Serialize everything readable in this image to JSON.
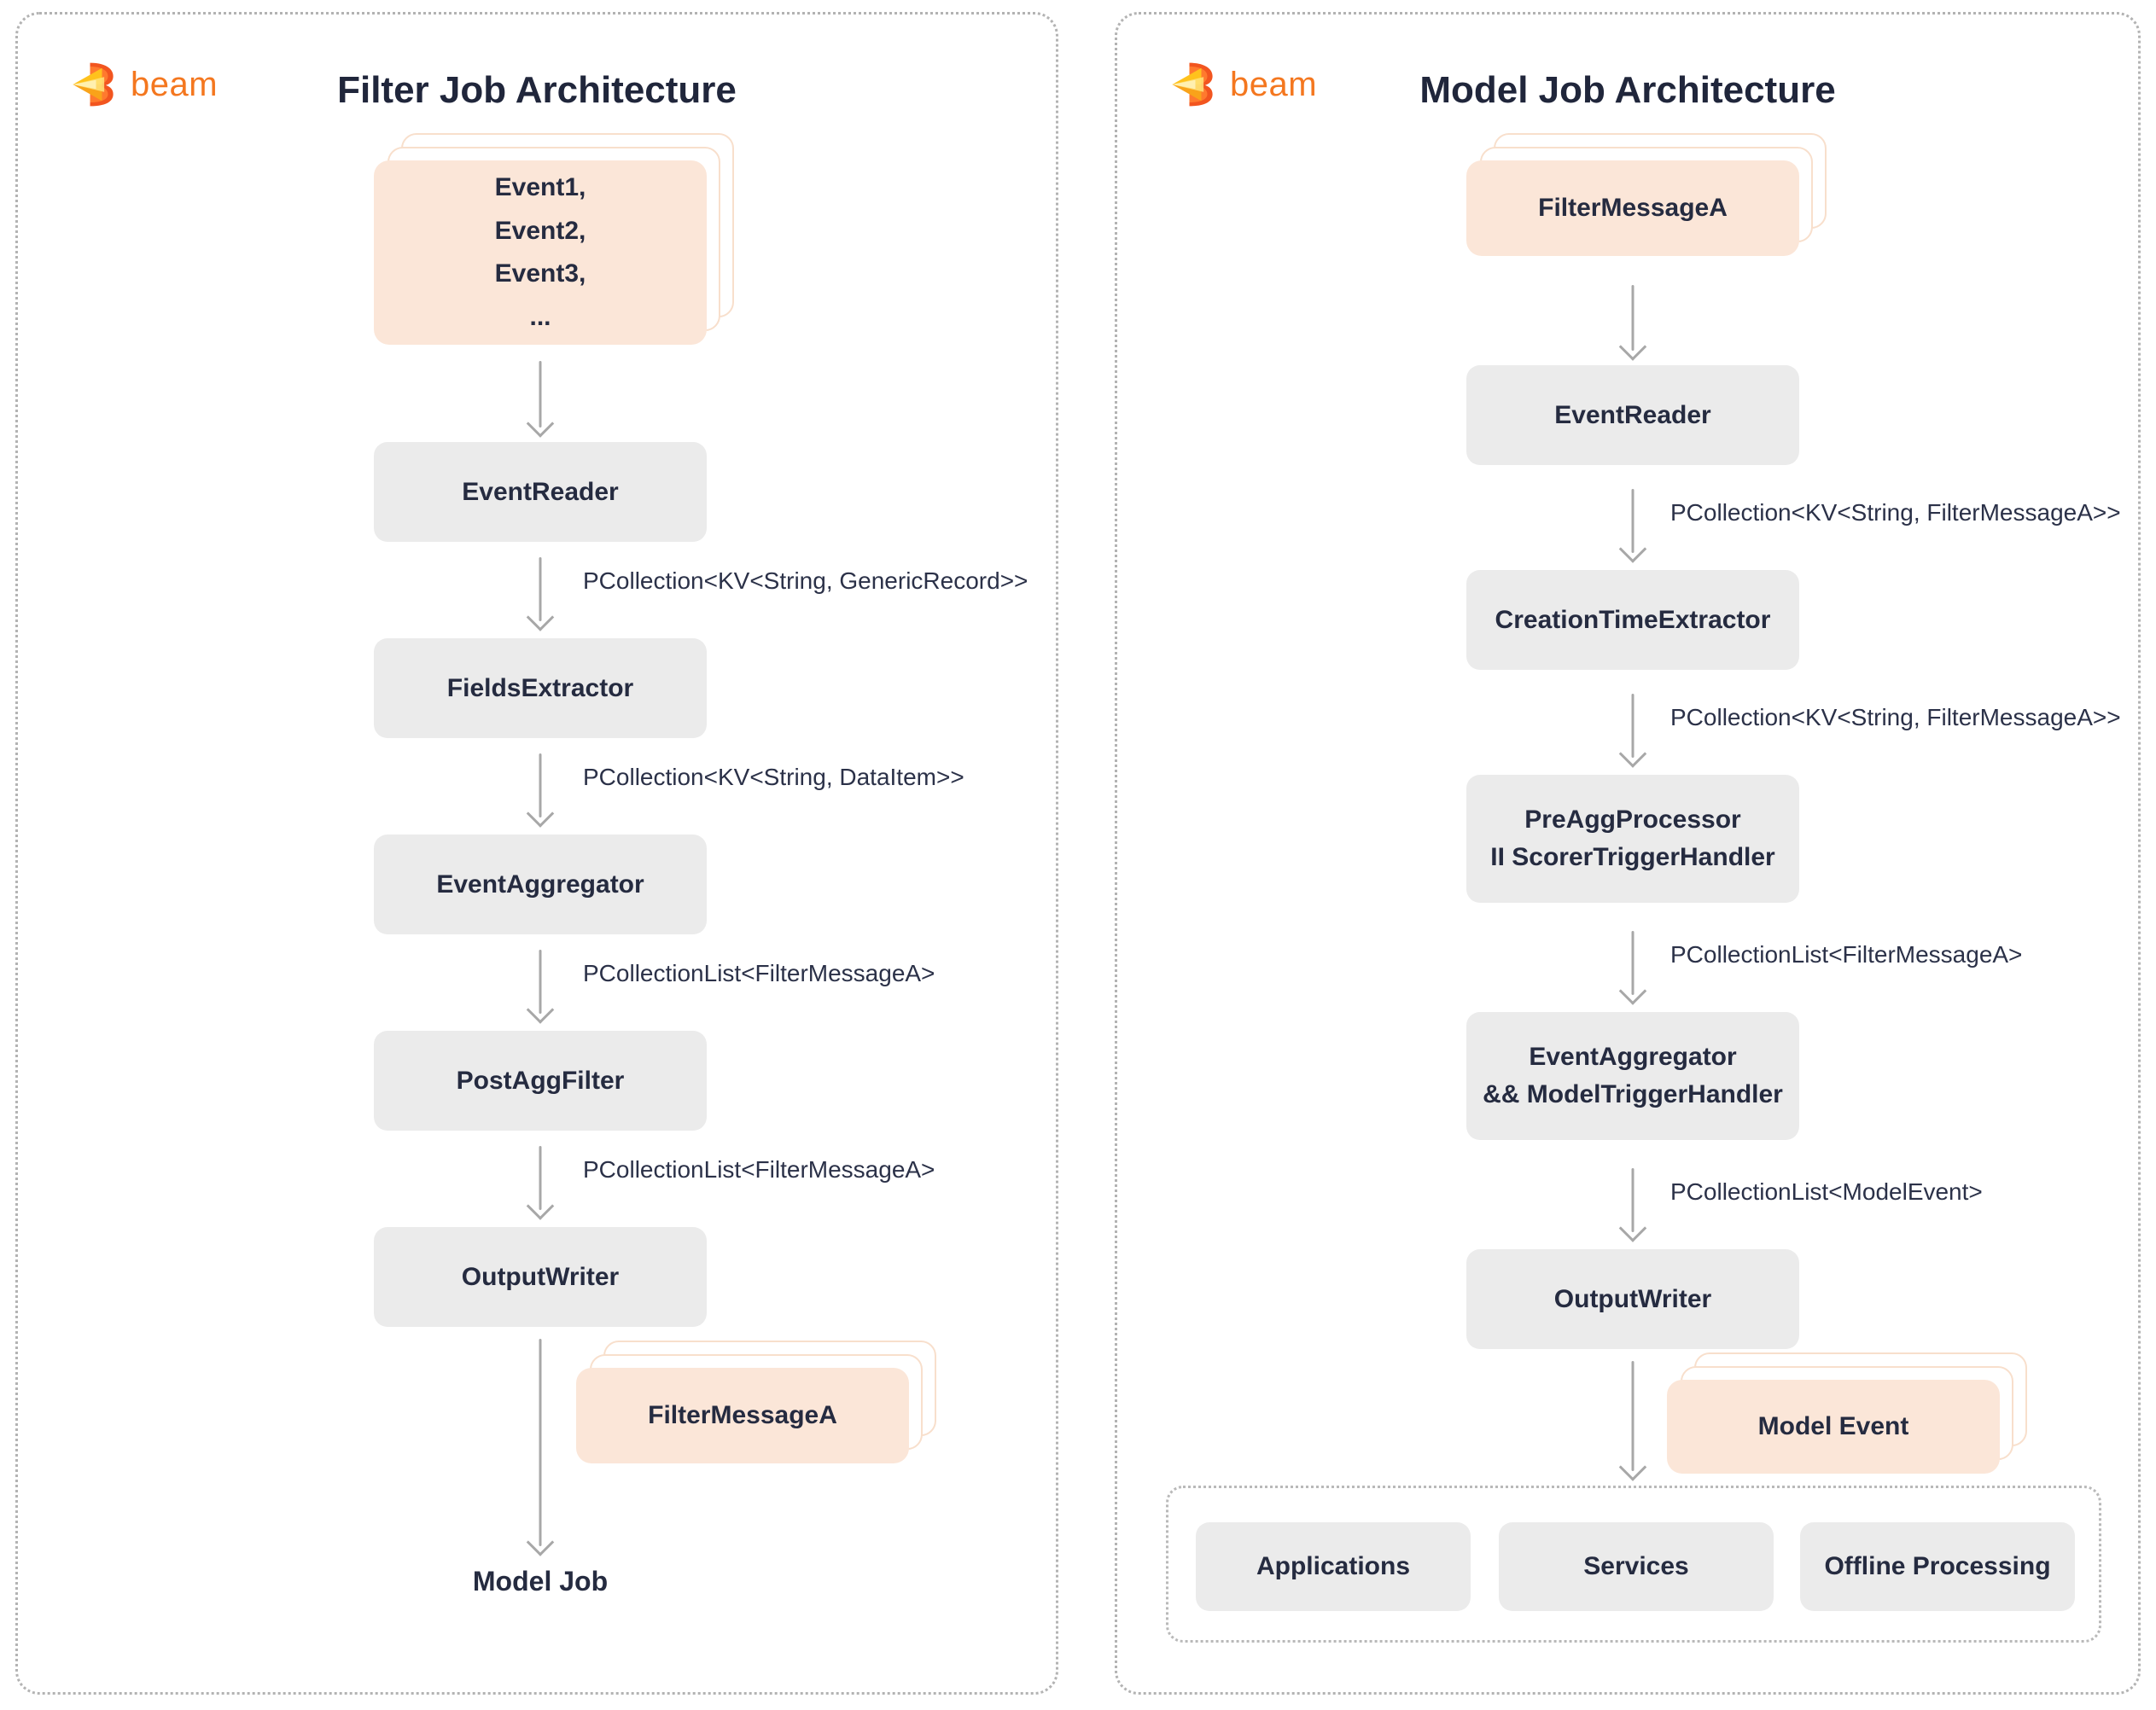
{
  "colors": {
    "accent_orange": "#F4771F",
    "card_peach": "#FBE6D8",
    "card_ghost_border": "#F8DFCC",
    "node_gray": "#EBEBEB",
    "text_navy": "#252B40",
    "arrow_gray": "#A8A8A8",
    "dotted_border_gray": "#B3B3B3"
  },
  "panels": [
    {
      "logo_text": "beam",
      "title": "Filter Job Architecture",
      "input_stack_lines": [
        "Event1,",
        "Event2,",
        "Event3,",
        "..."
      ],
      "nodes": [
        {
          "lines": [
            "EventReader"
          ]
        },
        {
          "lines": [
            "FieldsExtractor"
          ]
        },
        {
          "lines": [
            "EventAggregator"
          ]
        },
        {
          "lines": [
            "PostAggFilter"
          ]
        },
        {
          "lines": [
            "OutputWriter"
          ]
        }
      ],
      "edge_labels": [
        "PCollection<KV<String, GenericRecord>>",
        "PCollection<KV<String, DataItem>>",
        "PCollectionList<FilterMessageA>",
        "PCollectionList<FilterMessageA>"
      ],
      "output_stack_label": "FilterMessageA",
      "sink_label": "Model Job"
    },
    {
      "logo_text": "beam",
      "title": "Model Job Architecture",
      "input_stack_label": "FilterMessageA",
      "nodes": [
        {
          "lines": [
            "EventReader"
          ]
        },
        {
          "lines": [
            "CreationTimeExtractor"
          ]
        },
        {
          "lines": [
            "PreAggProcessor",
            "II ScorerTriggerHandler"
          ]
        },
        {
          "lines": [
            "EventAggregator",
            "&& ModelTriggerHandler"
          ]
        },
        {
          "lines": [
            "OutputWriter"
          ]
        }
      ],
      "edge_labels": [
        "PCollection<KV<String, FilterMessageA>>",
        "PCollection<KV<String, FilterMessageA>>",
        "PCollectionList<FilterMessageA>",
        "PCollectionList<ModelEvent>"
      ],
      "output_stack_label": "Model Event",
      "consumers": [
        "Applications",
        "Services",
        "Offline Processing"
      ]
    }
  ]
}
